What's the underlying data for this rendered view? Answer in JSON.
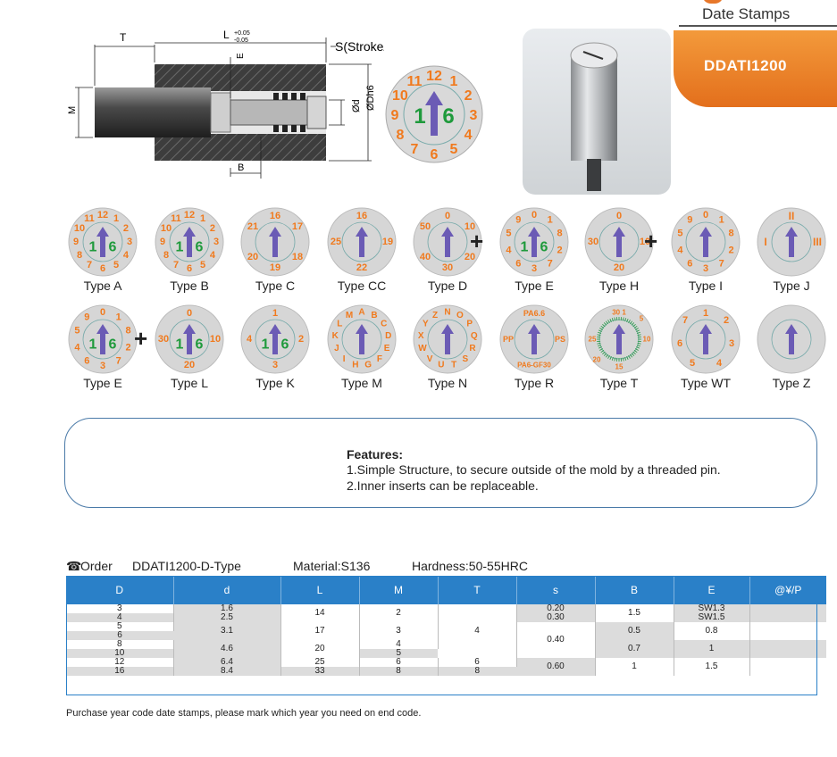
{
  "header": {
    "category": "Date Stamps",
    "model": "DDATI1200"
  },
  "drawing": {
    "dim_T": "T",
    "dim_L": "L",
    "dim_L_tol_upper": "+0.05",
    "dim_L_tol_lower": "-0.05",
    "dim_S": "S(Stroke/turn)",
    "dim_M": "M",
    "dim_E": "E",
    "dim_d": "Ød",
    "dim_D": "ØDh6",
    "dim_B": "B"
  },
  "types": [
    {
      "label": "Type A"
    },
    {
      "label": "Type B"
    },
    {
      "label": "Type C"
    },
    {
      "label": "Type CC"
    },
    {
      "label": "Type D"
    },
    {
      "label": "Type E"
    },
    {
      "label": "Type H"
    },
    {
      "label": "Type I"
    },
    {
      "label": "Type J"
    },
    {
      "label": "Type E"
    },
    {
      "label": "Type L"
    },
    {
      "label": "Type K"
    },
    {
      "label": "Type M"
    },
    {
      "label": "Type N"
    },
    {
      "label": "Type R"
    },
    {
      "label": "Type T"
    },
    {
      "label": "Type WT"
    },
    {
      "label": "Type Z"
    }
  ],
  "stamp_text": {
    "center": "16",
    "plus": "+",
    "c_top": "16",
    "c_left": "21",
    "c_right": "17",
    "c_bl": "20",
    "c_bottom": "19",
    "c_br": "18",
    "cc_top": "16",
    "cc_left": "25",
    "cc_right": "19",
    "cc_bottom": "22",
    "d_top": "0",
    "d_left": "50",
    "d_right": "10",
    "d_bl": "40",
    "d_bottom": "30",
    "d_br": "20",
    "h_top": "0",
    "h_left": "30",
    "h_right": "10",
    "h_bottom": "20",
    "j_top": "II",
    "j_left": "I",
    "j_right": "III",
    "k_top": "1",
    "k_left": "4",
    "k_right": "2",
    "k_bottom": "3",
    "m_ring": "ABCDEFGHIJKLM",
    "n_ring": "NOPQRSTUVWXYZ",
    "r_top": "PA6.6",
    "r_left": "PP",
    "r_right": "PS",
    "r_bottom": "PA6-GF30",
    "t_top": "30 1",
    "t_left": "25",
    "t_right": "10",
    "t_bottom": "15",
    "t_bl": "20",
    "t_tr": "5",
    "wt_top": "1",
    "wt_tl": "7",
    "wt_tr": "2",
    "wt_l": "6",
    "wt_r": "3",
    "wt_bl": "5",
    "wt_br": "4",
    "e_top": "0",
    "e_ring": [
      "9",
      "1",
      "8",
      "2",
      "7",
      "3",
      "6",
      "4",
      "5"
    ],
    "ab_ring": [
      "12",
      "1",
      "2",
      "3",
      "4",
      "5",
      "6",
      "7",
      "8",
      "9",
      "10",
      "11"
    ]
  },
  "features": {
    "title": "Features:",
    "items": [
      "1.Simple Structure, to secure outside of the mold by a threaded pin.",
      "2.Inner inserts can be  replaceable."
    ]
  },
  "order": {
    "icon": "phone-icon",
    "label": "Order",
    "code": "DDATI1200-D-Type",
    "material": "Material:S136",
    "hardness": "Hardness:50-55HRC"
  },
  "table": {
    "headers": [
      "D",
      "d",
      "L",
      "M",
      "T",
      "s",
      "B",
      "E",
      "@¥/P"
    ],
    "D": [
      "3",
      "4",
      "5",
      "6",
      "8",
      "10",
      "12",
      "16"
    ],
    "d": [
      [
        "1.6",
        "2.5"
      ],
      [
        "3.1"
      ],
      [
        "4.6"
      ],
      [
        "6.4",
        "8.4"
      ]
    ],
    "L": [
      "14",
      "17",
      "20",
      "25",
      "33"
    ],
    "M": [
      "2",
      "3",
      "4",
      "5",
      "6",
      "8"
    ],
    "T": [
      "4",
      "6",
      "8"
    ],
    "s": [
      "0.20",
      "0.30",
      "0.40",
      "0.60"
    ],
    "B": [
      "1.5",
      "0.5",
      "0.7",
      "1"
    ],
    "E": [
      "SW1.3",
      "SW1.5",
      "0.8",
      "1",
      "1.5"
    ]
  },
  "footnote": "Purchase year code date stamps, please mark which year you need on end code.",
  "colors": {
    "orange": "#f07a1e",
    "green": "#1f9a3c",
    "purple": "#6b5bb5",
    "blue": "#2a80c8"
  }
}
